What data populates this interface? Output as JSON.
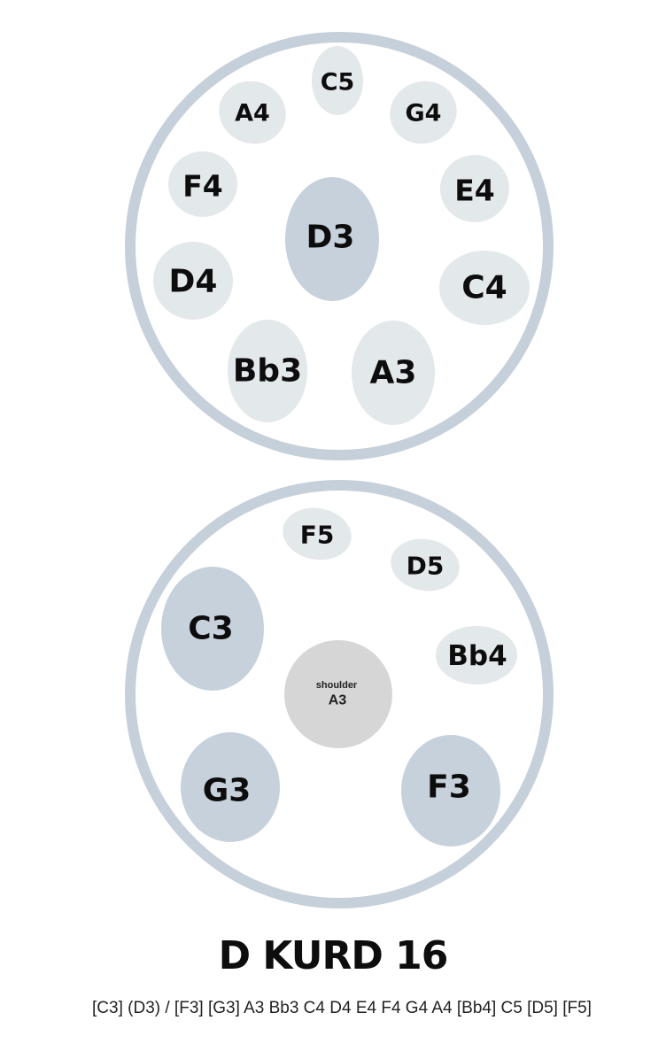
{
  "colors": {
    "shell_rim": "#c5d0da",
    "tone_field_light": "#e3e8ea",
    "tone_field_dark": "#c6d1db",
    "shoulder_fill": "#d6d6d6"
  },
  "top_view": {
    "notes": [
      {
        "label": "C5",
        "shade": "light"
      },
      {
        "label": "A4",
        "shade": "light"
      },
      {
        "label": "G4",
        "shade": "light"
      },
      {
        "label": "F4",
        "shade": "light"
      },
      {
        "label": "E4",
        "shade": "light"
      },
      {
        "label": "D3",
        "shade": "dark"
      },
      {
        "label": "D4",
        "shade": "light"
      },
      {
        "label": "C4",
        "shade": "light"
      },
      {
        "label": "Bb3",
        "shade": "light"
      },
      {
        "label": "A3",
        "shade": "light"
      }
    ]
  },
  "bottom_view": {
    "notes": [
      {
        "label": "F5",
        "shade": "light"
      },
      {
        "label": "D5",
        "shade": "light"
      },
      {
        "label": "C3",
        "shade": "dark"
      },
      {
        "label": "Bb4",
        "shade": "light"
      },
      {
        "label": "G3",
        "shade": "dark"
      },
      {
        "label": "F3",
        "shade": "dark"
      }
    ],
    "shoulder": {
      "caption": "shoulder",
      "note": "A3"
    }
  },
  "title": "D KURD 16",
  "notation": "[C3] (D3) / [F3] [G3] A3 Bb3 C4 D4 E4 F4 G4 A4 [Bb4] C5 [D5] [F5]"
}
